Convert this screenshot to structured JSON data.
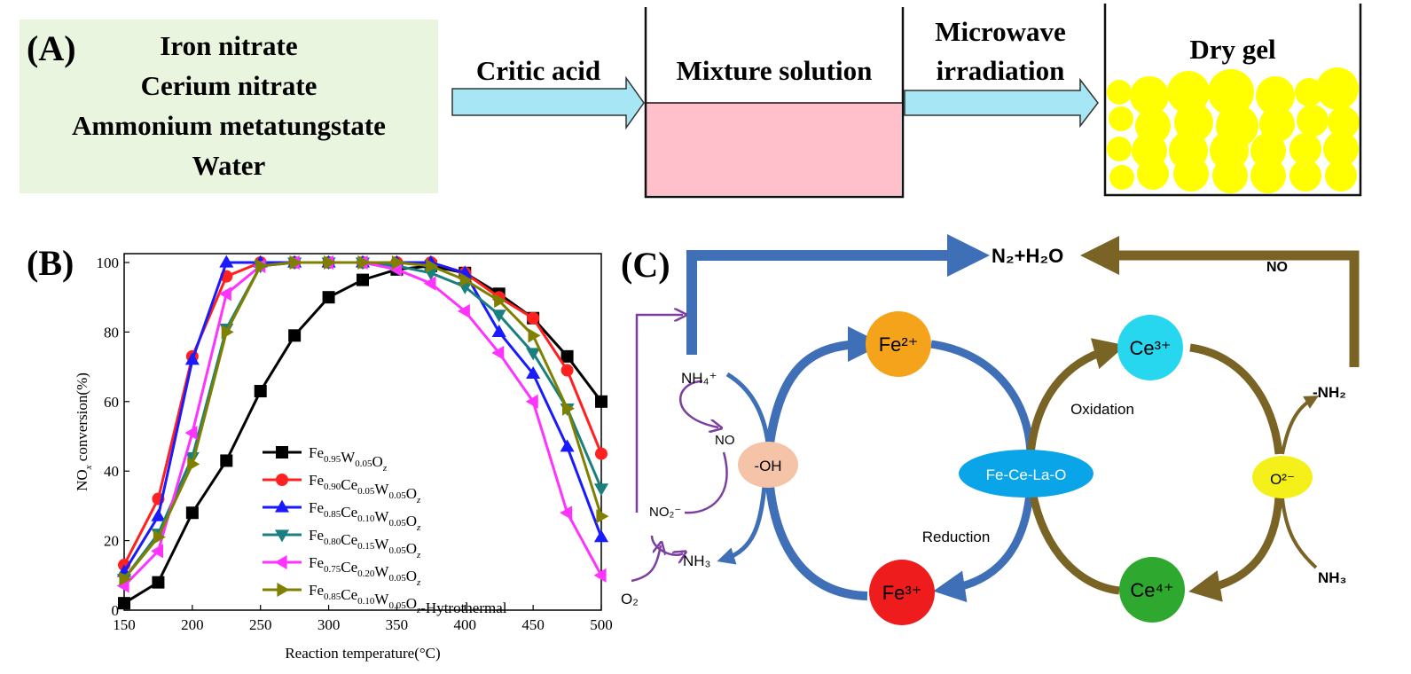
{
  "panelA": {
    "label": "(A)",
    "reagents": [
      "Iron nitrate",
      "Cerium nitrate",
      "Ammonium metatungstate",
      "Water"
    ],
    "arrow1_label": "Critic acid",
    "beaker1_label": "Mixture solution",
    "arrow2_label_line1": "Microwave",
    "arrow2_label_line2": "irradiation",
    "beaker2_label": "Dry gel",
    "colors": {
      "reagent_box": "#eaf5df",
      "arrow_fill": "#a7e6f5",
      "solution": "#ffc0cb",
      "gel": "#ffff00"
    }
  },
  "panelB": {
    "label": "(B)",
    "chart_data": {
      "type": "line",
      "xlabel": "Reaction temperature(°C)",
      "ylabel": "NOx conversion(%)",
      "xlim": [
        150,
        500
      ],
      "ylim": [
        0,
        100
      ],
      "xticks": [
        150,
        200,
        250,
        300,
        350,
        400,
        450,
        500
      ],
      "yticks": [
        0,
        20,
        40,
        60,
        80,
        100
      ],
      "x": [
        150,
        175,
        200,
        225,
        250,
        275,
        300,
        325,
        350,
        375,
        400,
        425,
        450,
        475,
        500
      ],
      "legend_position": "lower-center",
      "series": [
        {
          "name": "Fe0.95W0.05Oz",
          "color": "#000000",
          "marker": "square",
          "values": [
            2,
            8,
            28,
            43,
            63,
            79,
            90,
            95,
            98,
            99,
            97,
            91,
            84,
            73,
            60
          ]
        },
        {
          "name": "Fe0.90Ce0.05W0.05Oz",
          "color": "#ff2020",
          "marker": "circle",
          "values": [
            13,
            32,
            73,
            96,
            100,
            100,
            100,
            100,
            100,
            100,
            97,
            90,
            84,
            69,
            45
          ]
        },
        {
          "name": "Fe0.85Ce0.10W0.05Oz",
          "color": "#1a1aff",
          "marker": "triangle-up",
          "values": [
            11,
            27,
            72,
            100,
            100,
            100,
            100,
            100,
            100,
            100,
            97,
            80,
            68,
            47,
            21
          ]
        },
        {
          "name": "Fe0.80Ce0.15W0.05Oz",
          "color": "#1a7f7f",
          "marker": "triangle-down",
          "values": [
            9,
            22,
            44,
            81,
            99,
            100,
            100,
            100,
            99,
            97,
            93,
            85,
            74,
            58,
            35
          ]
        },
        {
          "name": "Fe0.75Ce0.20W0.05Oz",
          "color": "#ff33ff",
          "marker": "triangle-left",
          "values": [
            7,
            17,
            51,
            91,
            99,
            100,
            100,
            100,
            98,
            94,
            86,
            74,
            60,
            28,
            10
          ]
        },
        {
          "name": "Fe0.85Ce0.10W0.05Oz-Hytrothermal",
          "color": "#808000",
          "marker": "triangle-right",
          "values": [
            9,
            21,
            42,
            80,
            99,
            100,
            100,
            100,
            100,
            99,
            95,
            89,
            79,
            58,
            27
          ]
        }
      ],
      "legend": [
        [
          [
            "Fe",
            "0.95"
          ],
          [
            "W",
            "0.05"
          ],
          [
            "O",
            "z"
          ]
        ],
        [
          [
            "Fe",
            "0.90"
          ],
          [
            "Ce",
            "0.05"
          ],
          [
            "W",
            "0.05"
          ],
          [
            "O",
            "z"
          ]
        ],
        [
          [
            "Fe",
            "0.85"
          ],
          [
            "Ce",
            "0.10"
          ],
          [
            "W",
            "0.05"
          ],
          [
            "O",
            "z"
          ]
        ],
        [
          [
            "Fe",
            "0.80"
          ],
          [
            "Ce",
            "0.15"
          ],
          [
            "W",
            "0.05"
          ],
          [
            "O",
            "z"
          ]
        ],
        [
          [
            "Fe",
            "0.75"
          ],
          [
            "Ce",
            "0.20"
          ],
          [
            "W",
            "0.05"
          ],
          [
            "O",
            "z"
          ]
        ],
        [
          [
            "Fe",
            "0.85"
          ],
          [
            "Ce",
            "0.10"
          ],
          [
            "W",
            "0.05"
          ],
          [
            "O",
            "z"
          ],
          [
            "-Hytrothermal",
            ""
          ]
        ]
      ]
    }
  },
  "panelC": {
    "label": "(C)",
    "product": "N₂+H₂O",
    "no_label": "NO",
    "nh4_label": "NH₄⁺",
    "no_small": "NO",
    "no2_label": "NO₂⁻",
    "nh3_left": "NH₃",
    "o2_label": "O₂",
    "oh_label": "-OH",
    "fe2_label": "Fe²⁺",
    "fe3_label": "Fe³⁺",
    "center_label": "Fe-Ce-La-O",
    "reduction_label": "Reduction",
    "oxidation_label": "Oxidation",
    "ce3_label": "Ce³⁺",
    "ce4_label": "Ce⁴⁺",
    "o2minus_label": "O²⁻",
    "nh2_label": "-NH₂",
    "nh3_right": "NH₃",
    "colors": {
      "blue_arrow": "#3f6fb6",
      "brown_arrow": "#7a6425",
      "purple": "#7b3fa0",
      "fe2": "#f5a31a",
      "fe3": "#ee1c1c",
      "ce3": "#27d7f0",
      "ce4": "#2fa82f",
      "oh": "#f5c4a8",
      "center": "#0aa5e8",
      "o2minus": "#f5ef1a"
    }
  }
}
